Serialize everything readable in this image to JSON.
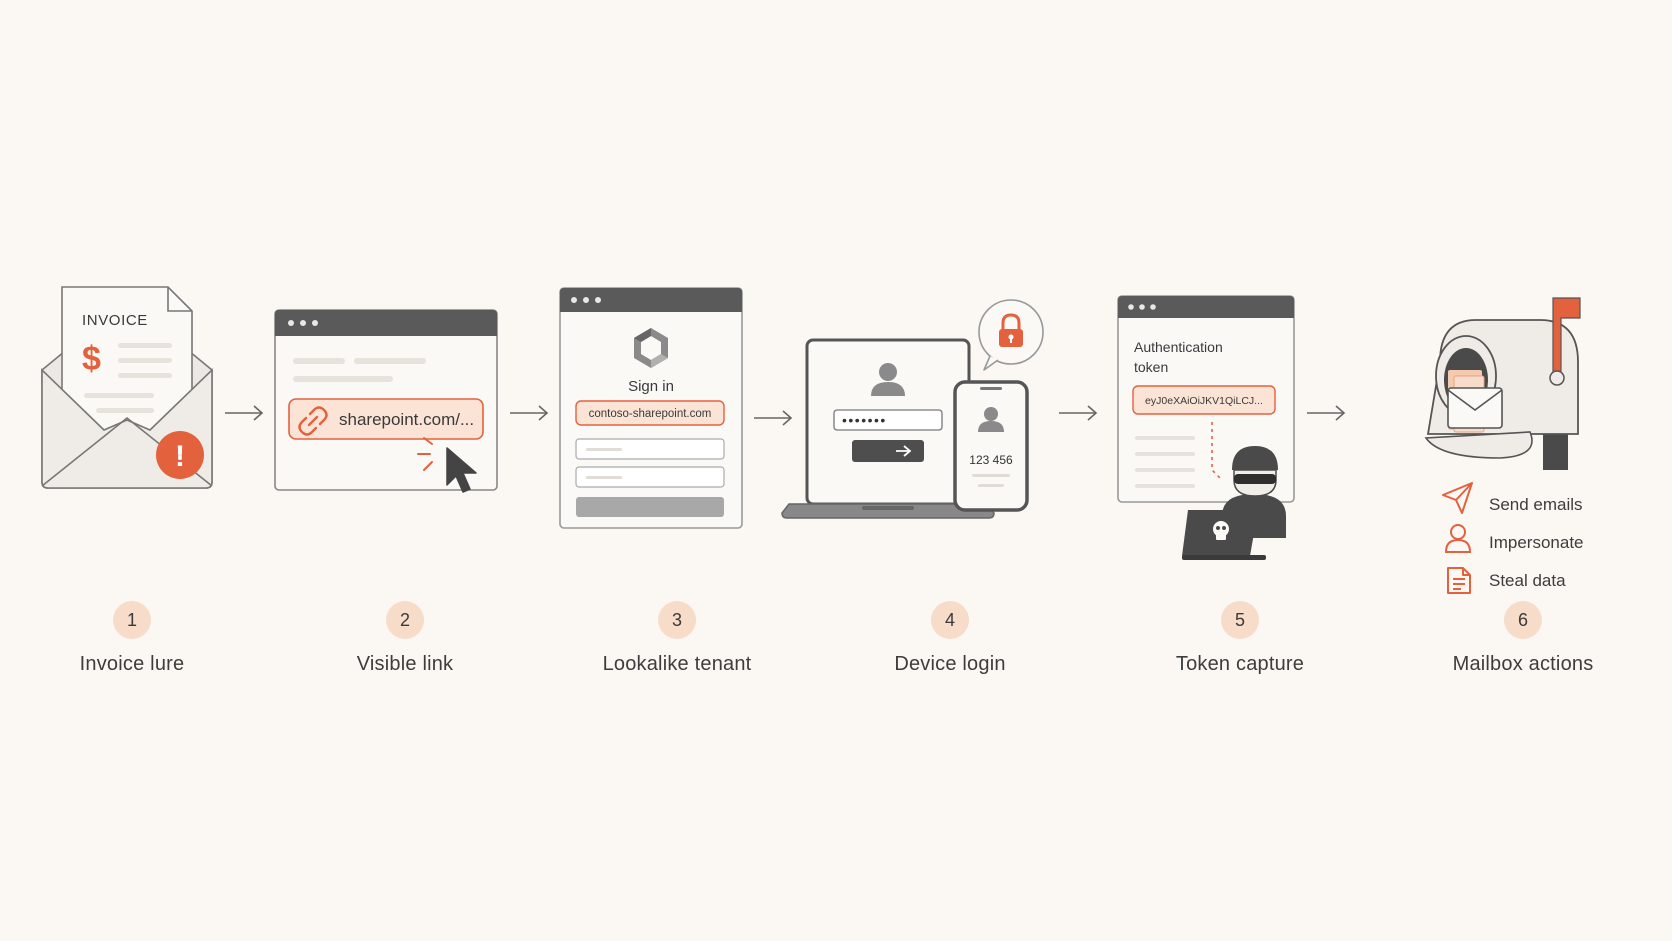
{
  "steps": [
    {
      "number": "1",
      "label": "Invoice lure"
    },
    {
      "number": "2",
      "label": "Visible link"
    },
    {
      "number": "3",
      "label": "Lookalike tenant"
    },
    {
      "number": "4",
      "label": "Device login"
    },
    {
      "number": "5",
      "label": "Token capture"
    },
    {
      "number": "6",
      "label": "Mailbox actions"
    }
  ],
  "invoice": {
    "title": "INVOICE",
    "currency_symbol": "$",
    "alert_symbol": "!"
  },
  "link": {
    "url_text": "sharepoint.com/..."
  },
  "signin": {
    "title": "Sign in",
    "domain": "contoso-sharepoint.com"
  },
  "device": {
    "password_mask": "•••••••",
    "phone_code": "123 456"
  },
  "token": {
    "title_line1": "Authentication",
    "title_line2": "token",
    "value": "eyJ0eXAiOiJKV1QiLCJ..."
  },
  "mailbox_actions": [
    {
      "icon": "send-icon",
      "label": "Send emails"
    },
    {
      "icon": "person-icon",
      "label": "Impersonate"
    },
    {
      "icon": "document-icon",
      "label": "Steal data"
    }
  ],
  "colors": {
    "accent": "#e4613e",
    "accent_light": "#fbe4d6",
    "dark": "#555555",
    "background": "#fbf8f3"
  }
}
